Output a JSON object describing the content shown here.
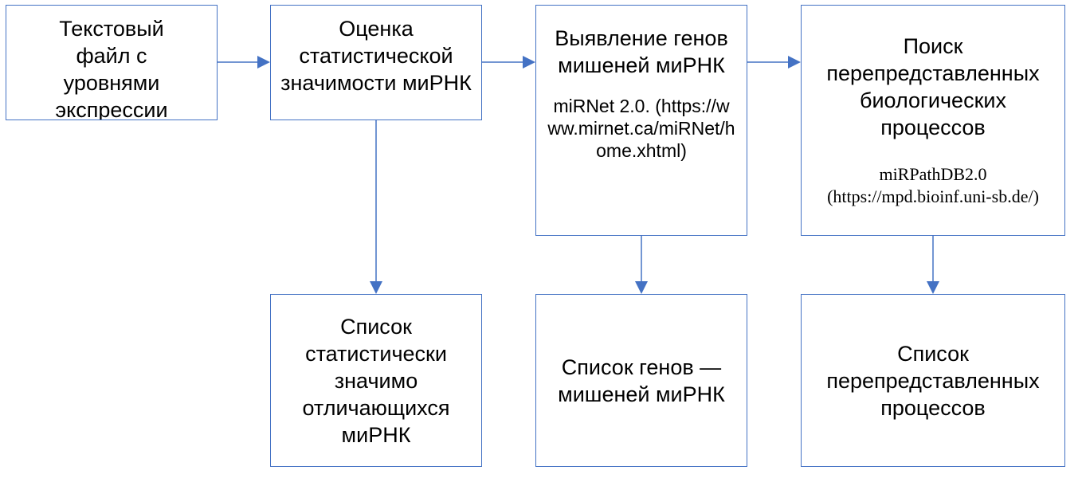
{
  "boxes": {
    "input_file": {
      "title": "Текстовый файл с уровнями экспрессии"
    },
    "significance": {
      "title": "Оценка статистической значимости миРНК"
    },
    "target_detection": {
      "title": "Выявление генов мишеней миРНК",
      "tool": "miRNet 2.0. (https://www.mirnet.ca/miRNet/home.xhtml)"
    },
    "pathway_search": {
      "title": "Поиск перепредставленных биологических процессов",
      "tool": "miRPathDB2.0 (https://mpd.bioinf.uni-sb.de/)"
    },
    "significant_list": {
      "title": "Список статистически значимо отличающихся миРНК"
    },
    "target_list": {
      "title": "Список генов — мишеней миРНК"
    },
    "process_list": {
      "title": "Список перепредставленных процессов"
    }
  },
  "colors": {
    "border": "#4472c4",
    "arrow": "#4472c4"
  }
}
